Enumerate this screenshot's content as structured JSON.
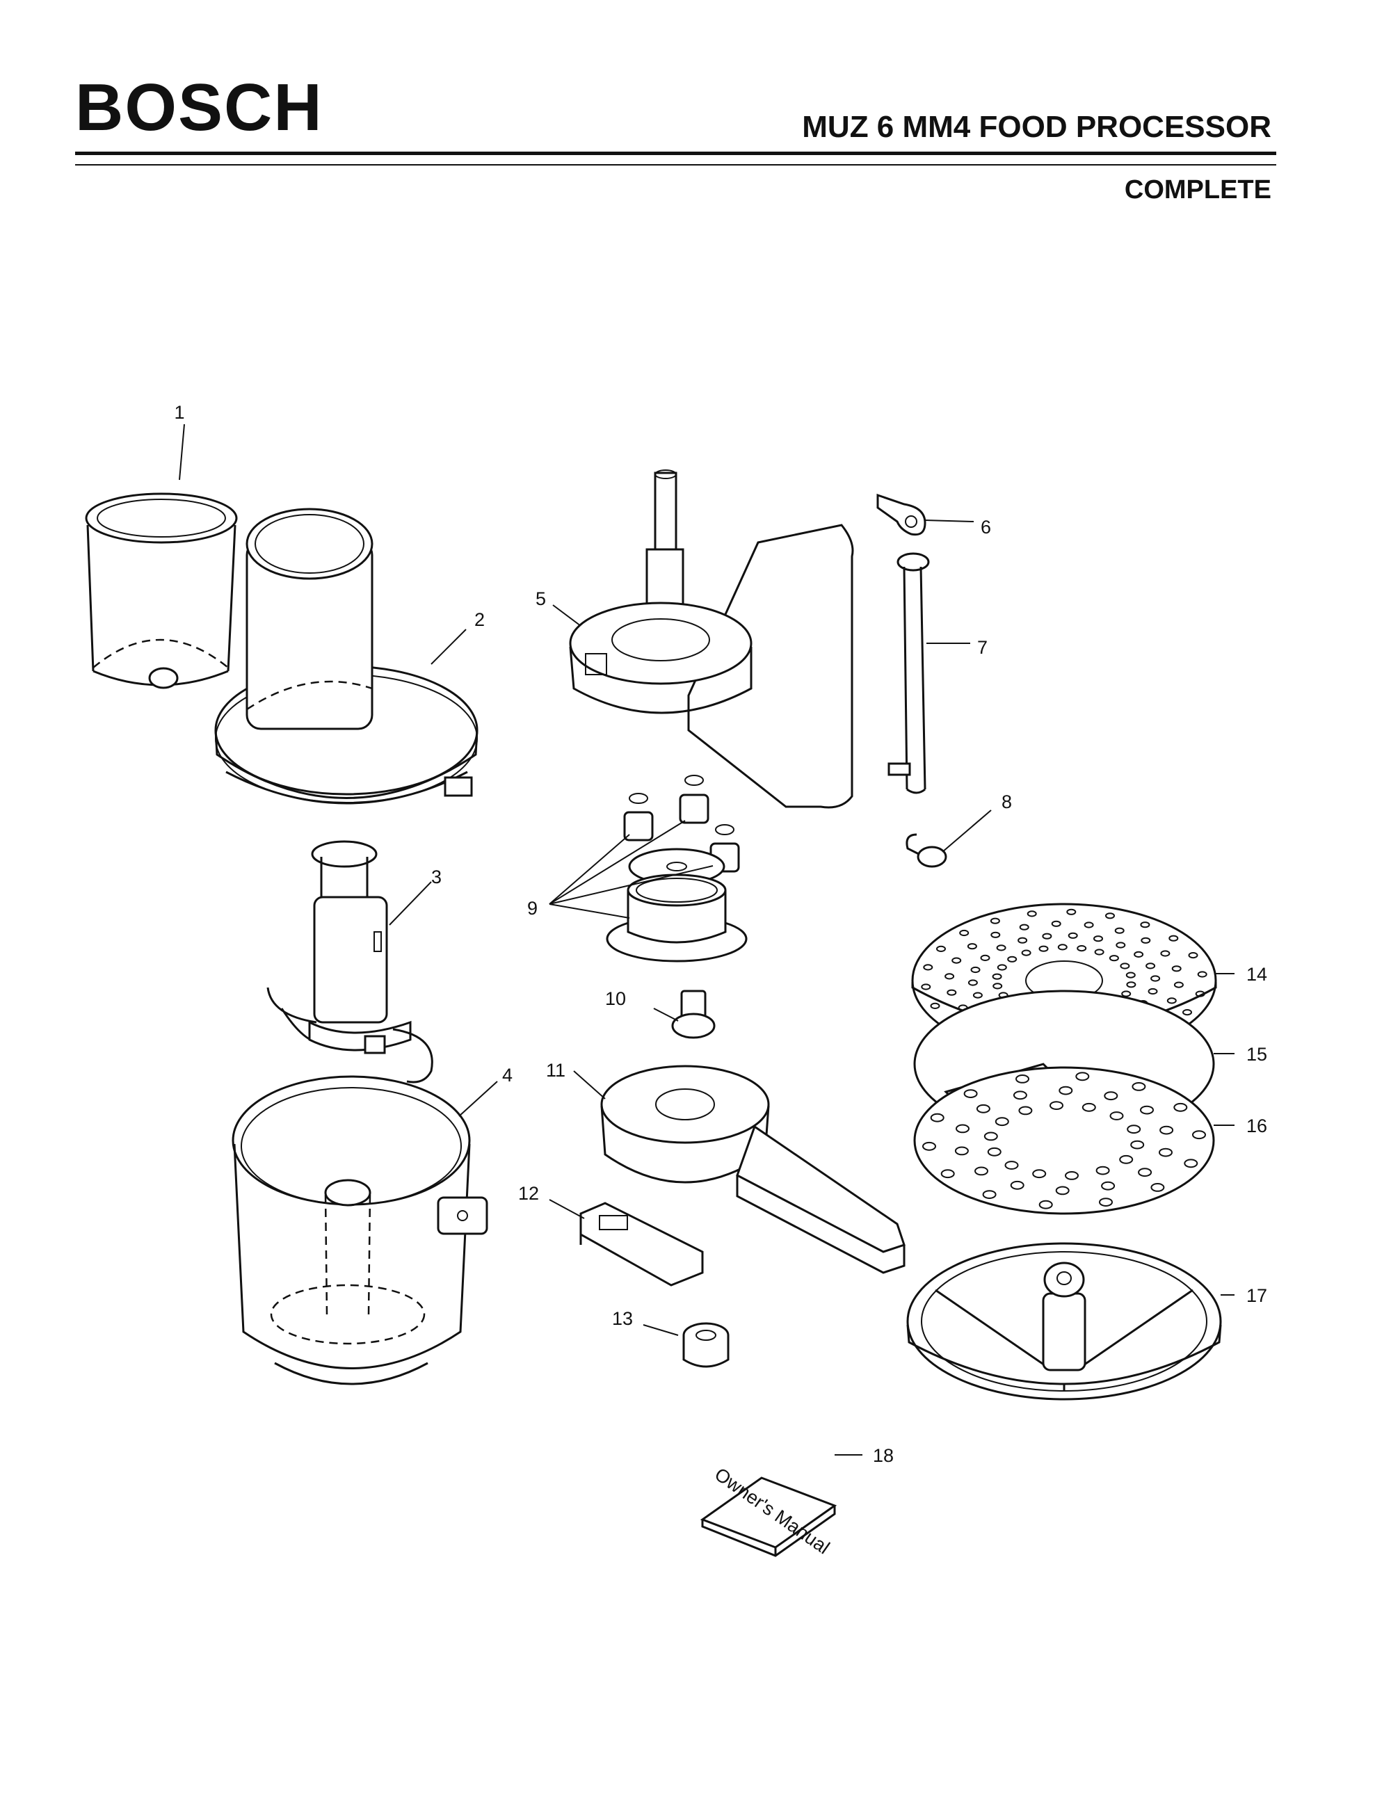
{
  "header": {
    "brand": "BOSCH",
    "title": "MUZ 6 MM4 FOOD PROCESSOR",
    "subtitle": "COMPLETE"
  },
  "diagram": {
    "callouts": [
      "1",
      "2",
      "3",
      "4",
      "5",
      "6",
      "7",
      "8",
      "9",
      "10",
      "11",
      "12",
      "13",
      "14",
      "15",
      "16",
      "17",
      "18"
    ],
    "manual_label": "Owner's Manual"
  }
}
